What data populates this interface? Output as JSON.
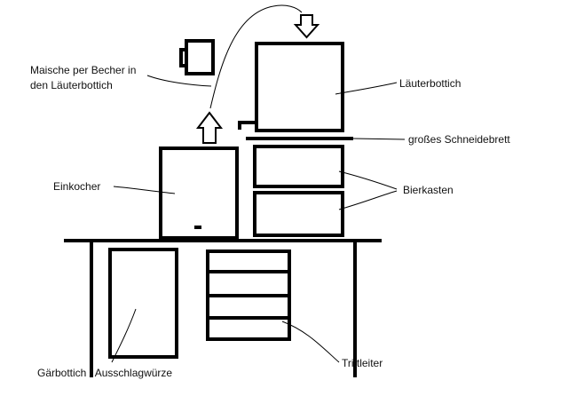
{
  "labels": {
    "maische": [
      "Maische per Becher in",
      "den Läuterbottich"
    ],
    "laeuterbottich": "Läuterbottich",
    "schneidebrett": "großes Schneidebrett",
    "einkocher": "Einkocher",
    "bierkasten": "Bierkasten",
    "gaerbottich": "Gärbottich / Ausschlagwürze",
    "trittleiter": "Trittleiter"
  }
}
